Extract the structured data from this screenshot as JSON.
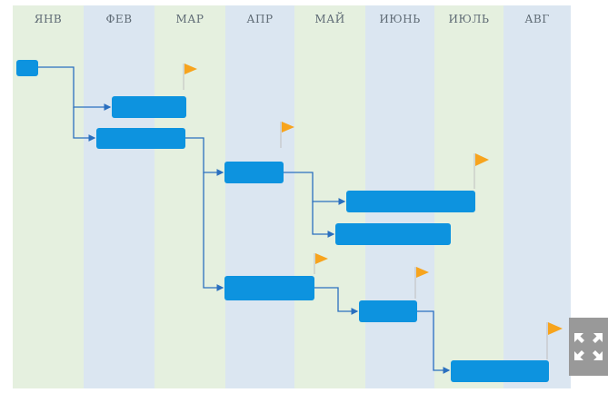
{
  "months": [
    "ЯНВ",
    "ФЕВ",
    "МАР",
    "АПР",
    "МАЙ",
    "ИЮНЬ",
    "ИЮЛЬ",
    "АВГ"
  ],
  "colors": {
    "month_green": "#e5f0df",
    "month_blue": "#dbe6f1",
    "task_bar": "#0d93df",
    "connector": "#2a6fbf",
    "milestone_flag": "#f7a41d",
    "flag_pole": "#bfbfbf",
    "expand_button": "#999999"
  },
  "tasks": [
    {
      "id": "t1",
      "flag": false
    },
    {
      "id": "t2",
      "flag": true
    },
    {
      "id": "t3",
      "flag": false
    },
    {
      "id": "t4",
      "flag": true
    },
    {
      "id": "t5",
      "flag": true
    },
    {
      "id": "t6",
      "flag": false
    },
    {
      "id": "t7",
      "flag": true
    },
    {
      "id": "t8",
      "flag": true
    },
    {
      "id": "t9",
      "flag": true
    }
  ],
  "expand_control": {
    "icon": "expand-arrows-icon"
  }
}
